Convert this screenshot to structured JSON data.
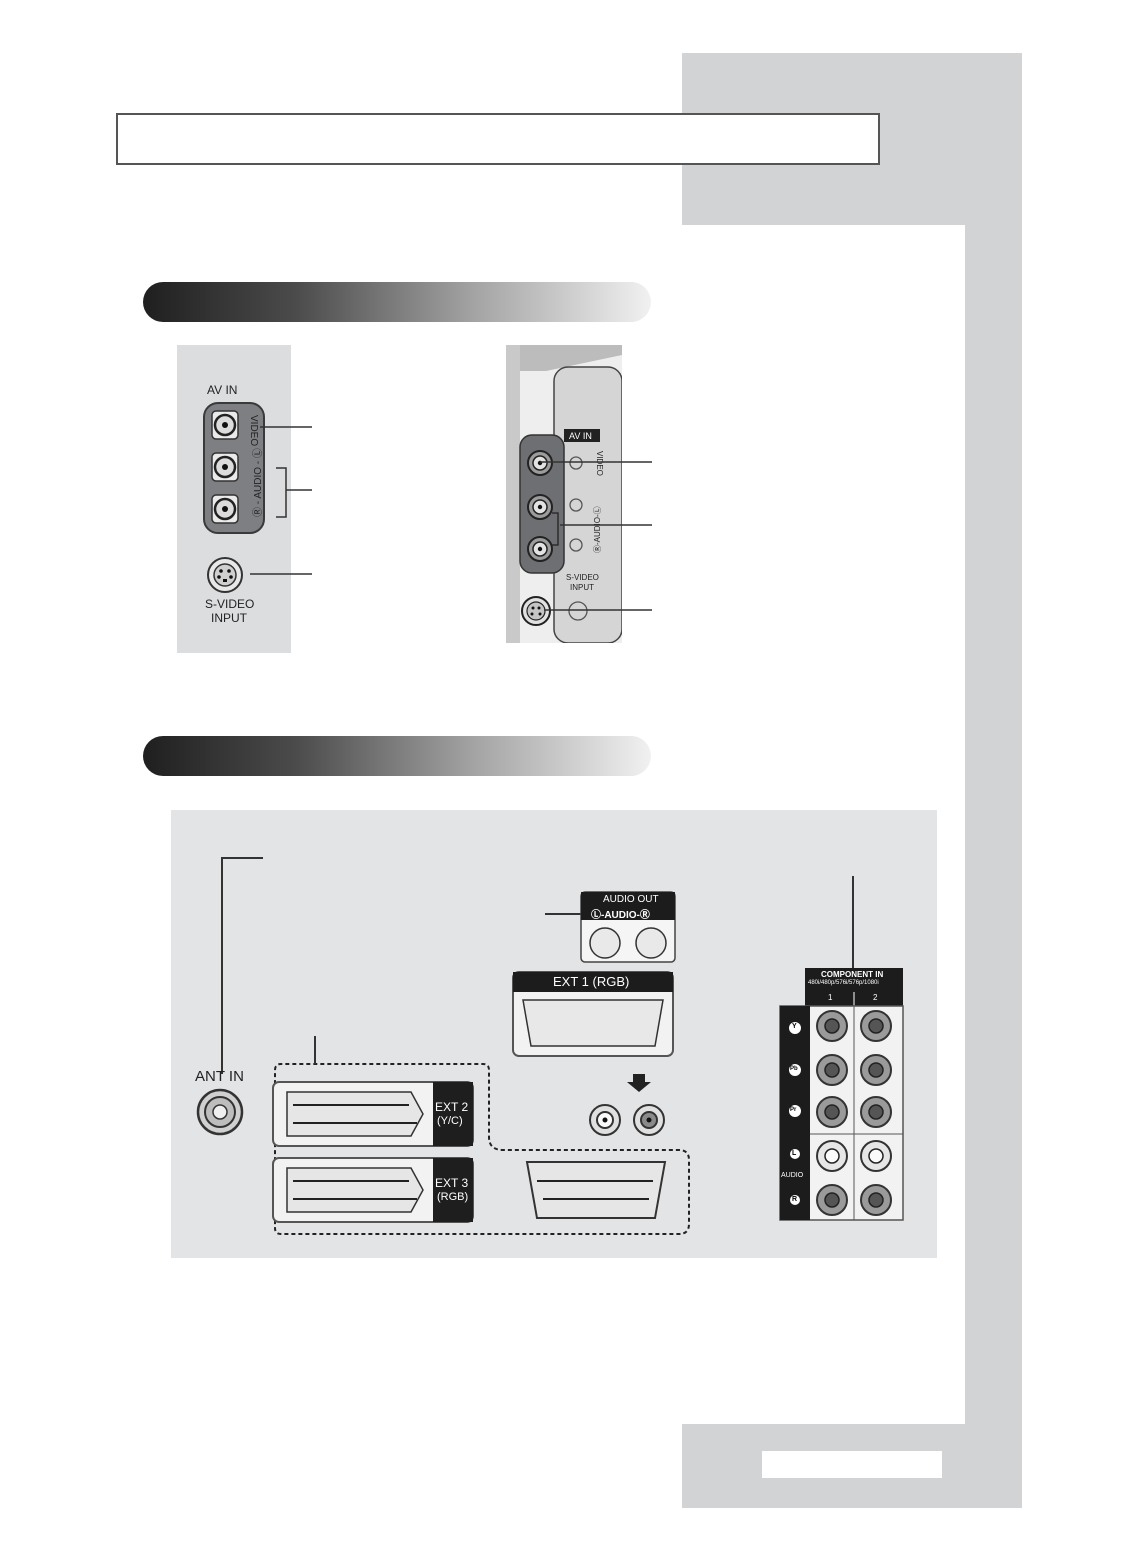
{
  "side_panel": {
    "labels": {
      "av_in": "AV IN",
      "video": "VIDEO",
      "audio": "Ⓡ - AUDIO - Ⓛ",
      "s_video": "S-VIDEO",
      "input": "INPUT"
    }
  },
  "side_photo": {
    "labels": {
      "av_in": "AV IN",
      "video": "VIDEO",
      "audio": "Ⓡ-AUDIO-Ⓛ",
      "s_video": "S-VIDEO",
      "input": "INPUT"
    }
  },
  "rear_panel": {
    "ant_in": "ANT IN",
    "audio_out": "AUDIO OUT",
    "audio_out_lr": "Ⓛ-AUDIO-Ⓡ",
    "ext1": "EXT 1 (RGB)",
    "ext2": "EXT 2",
    "ext2_sub": "(Y/C)",
    "ext3": "EXT 3",
    "ext3_sub": "(RGB)",
    "component_in": "COMPONENT IN",
    "component_modes": "480i/480p/576i/576p/1080i",
    "component_col1": "1",
    "component_col2": "2",
    "component_rows": [
      "Y",
      "Pb",
      "Pr"
    ],
    "component_audio": "AUDIO",
    "component_audio_l": "L",
    "component_audio_r": "R"
  }
}
